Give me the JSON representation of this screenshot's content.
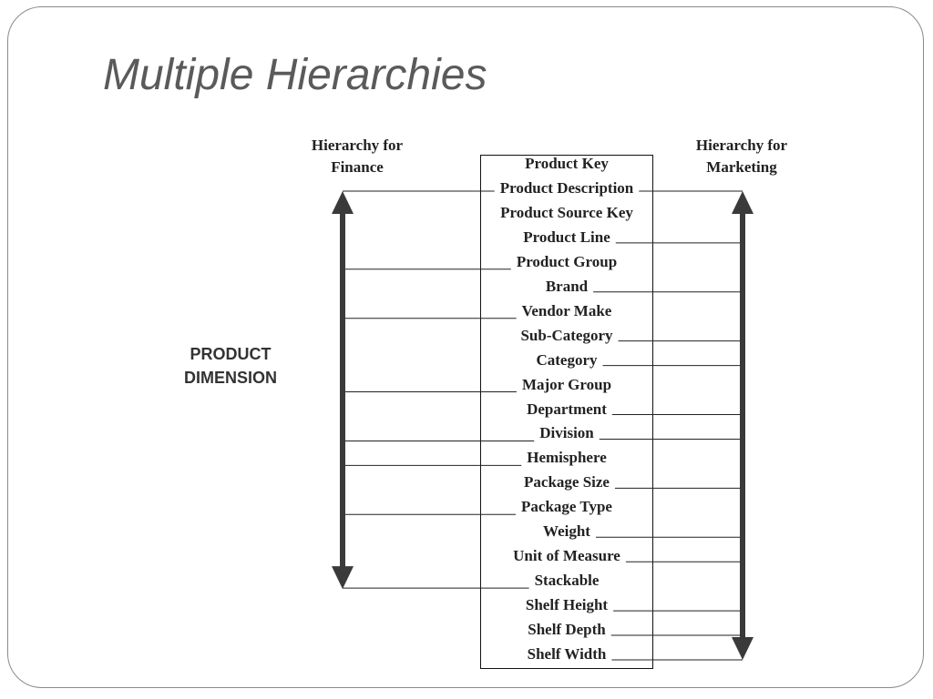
{
  "slide": {
    "title": "Multiple Hierarchies"
  },
  "diagram": {
    "finance_heading": [
      "Hierarchy for",
      "Finance"
    ],
    "marketing_heading": [
      "Hierarchy for",
      "Marketing"
    ],
    "dimension_label": [
      "PRODUCT",
      "DIMENSION"
    ],
    "attributes": [
      "Product Key",
      "Product Description",
      "Product Source Key",
      "Product Line",
      "Product Group",
      "Brand",
      "Vendor Make",
      "Sub-Category",
      "Category",
      "Major Group",
      "Department",
      "Division",
      "Hemisphere",
      "Package Size",
      "Package Type",
      "Weight",
      "Unit of Measure",
      "Stackable",
      "Shelf Height",
      "Shelf Depth",
      "Shelf Width"
    ],
    "finance_hierarchy": [
      "Product Description",
      "Product Group",
      "Vendor Make",
      "Major Group",
      "Division",
      "Hemisphere",
      "Package Type",
      "Stackable"
    ],
    "marketing_hierarchy": [
      "Product Description",
      "Product Line",
      "Brand",
      "Sub-Category",
      "Category",
      "Department",
      "Division",
      "Package Size",
      "Weight",
      "Unit of Measure",
      "Shelf Height",
      "Shelf Depth",
      "Shelf Width"
    ],
    "colors": {
      "arrow": "#3a3a3a",
      "line": "#222222",
      "title": "#5a5a5a"
    }
  }
}
